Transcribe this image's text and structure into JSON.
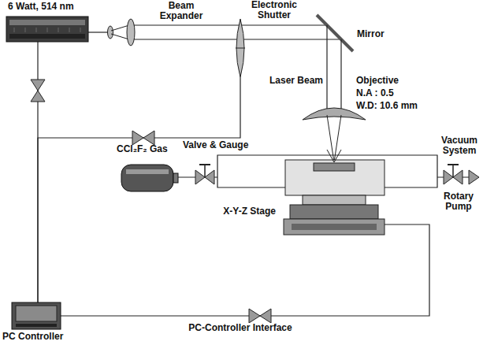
{
  "diagram": {
    "nodes": [
      {
        "text": [
          "6 Watt, 514 nm"
        ]
      },
      {
        "text": [
          "Electronic Shutter"
        ]
      },
      {
        "text": [
          "CCl₂F₂ Gas"
        ]
      },
      {
        "text": [
          "X-Y-Z Stage"
        ]
      },
      {
        "text": [
          "PC Controller"
        ]
      }
    ],
    "edges": [
      {
        "from": 4,
        "to": 0,
        "arrow": "none"
      },
      {
        "from": 4,
        "to": 1,
        "arrow": "none"
      },
      {
        "from": 4,
        "to": 3,
        "label": "PC-Controller Interface",
        "arrow": "none"
      }
    ],
    "labels": [
      "Beam Expander",
      "Mirror",
      "Laser Beam",
      "Objective",
      "N.A : 0.5",
      "W.D: 10.6 mm",
      "Valve & Gauge",
      "Vacuum System",
      "Rotary Pump"
    ]
  }
}
